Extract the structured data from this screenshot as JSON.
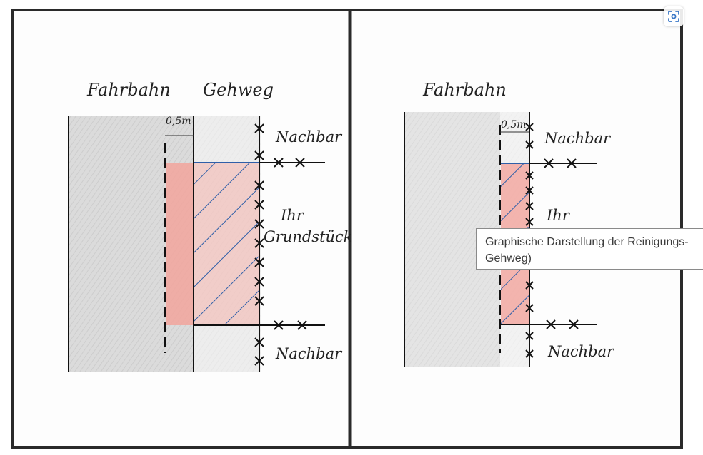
{
  "left_panel": {
    "label_road": "Fahrbahn",
    "label_sidewalk": "Gehweg",
    "label_width": "0,5m",
    "label_neighbor_top": "Nachbar",
    "label_property_line1": "Ihr",
    "label_property_line2": "Grundstück",
    "label_neighbor_bottom": "Nachbar"
  },
  "right_panel": {
    "label_road": "Fahrbahn",
    "label_width": "0,5m",
    "label_neighbor_top": "Nachbar",
    "label_property_line1": "Ihr",
    "label_neighbor_bottom": "Nachbar"
  },
  "tooltip": {
    "line1": "Graphische Darstellung der Reinigungs-",
    "line2": "Gehweg)"
  },
  "icons": {
    "visual_search": "image-search-icon"
  },
  "colors": {
    "road_fill": "#c9c9c9",
    "cleaning_zone_red": "#f0a09a",
    "hatch_blue": "#2f5fa8",
    "frame": "#2a2a2a"
  }
}
